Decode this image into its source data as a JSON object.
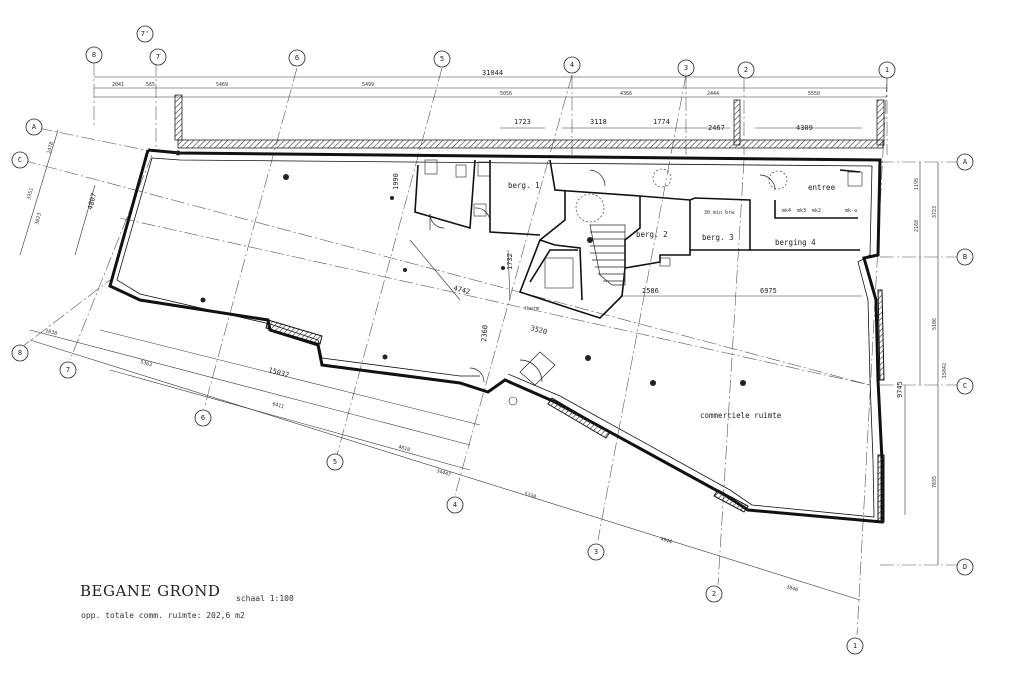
{
  "title": "BEGANE GROND",
  "scale": "schaal 1:100",
  "area": "opp. totale comm. ruimte: 202,6 m2",
  "grid_labels": {
    "g8": "8",
    "g7a": "7'",
    "g7": "7",
    "g6": "6",
    "g5": "5",
    "g4": "4",
    "g3": "3",
    "g2": "2",
    "g1": "1",
    "gA": "A",
    "gC": "C",
    "gB": "B",
    "gD": "D"
  },
  "rooms": {
    "berg1": "berg. 1",
    "berg2": "berg. 2",
    "berg3": "berg. 3",
    "berging4": "berging 4",
    "entree": "entree",
    "min30": "30 min brw",
    "commercial": "commerciele ruimte",
    "therm": "therm",
    "meters": [
      "mk4",
      "mk3",
      "mk2",
      "mk-a"
    ]
  },
  "dimensions": {
    "top_total": "31044",
    "top_a": "2041",
    "top_b": "565",
    "top_c": "5469",
    "top_d": "5499",
    "top_e": "5056",
    "top_f": "4366",
    "top_g": "2444",
    "top_h": "5550",
    "d1723": "1723",
    "d3118": "3118",
    "d1774": "1774",
    "d2467": "2467",
    "d4309": "4309",
    "d1990": "1990",
    "d4807": "4807",
    "d1732": "1732",
    "d4742": "4742",
    "d2586": "2586",
    "d6975": "6975",
    "d3520": "3520",
    "d2360": "2360",
    "d15032": "15032",
    "d9745": "9745",
    "right_1195": "1195",
    "right_2168": "2168",
    "right_3723": "3723",
    "right_5106": "5106",
    "right_15042": "15042",
    "right_7035": "7035",
    "left_1478": "1478",
    "left_3351": "3351",
    "left_3023": "3023",
    "left_1038": "1038",
    "bot_5363": "5363",
    "bot_6411": "6411",
    "bot_4010": "4010",
    "bot_34447": "34447",
    "bot_5338": "5338",
    "bot_4944": "4944",
    "bot_3840": "3840"
  }
}
